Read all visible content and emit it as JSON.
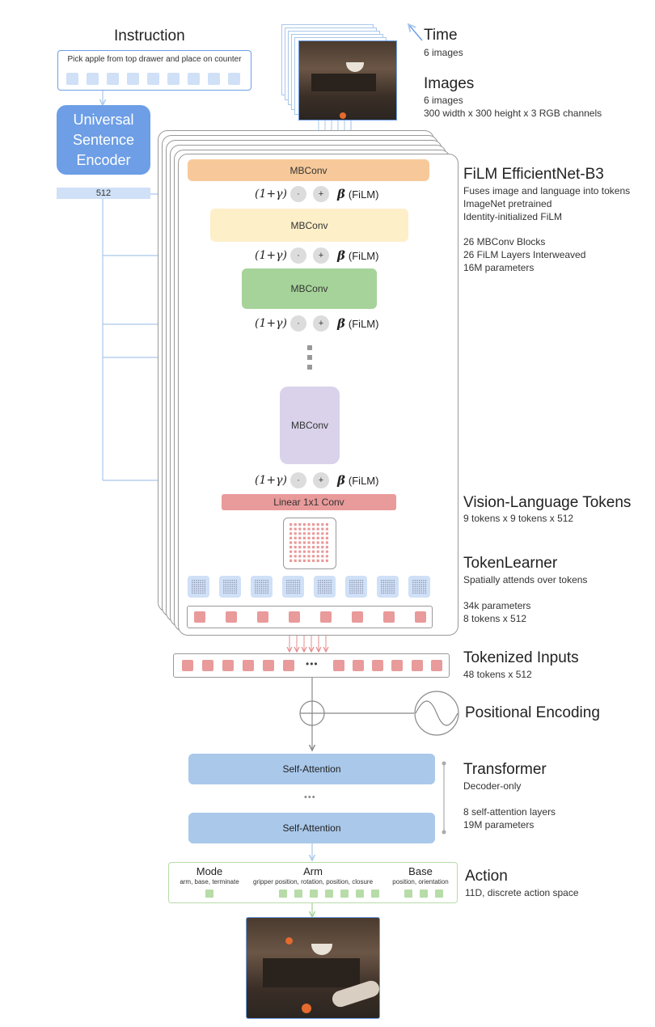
{
  "instruction": {
    "title": "Instruction",
    "text": "Pick apple from top drawer and place on counter"
  },
  "encoder": {
    "label_line1": "Universal",
    "label_line2": "Sentence",
    "label_line3": "Encoder",
    "dim": "512"
  },
  "time": {
    "title": "Time",
    "sub": "6 images"
  },
  "images": {
    "title": "Images",
    "sub1": "6 images",
    "sub2": "300 width x 300 height x 3 RGB channels"
  },
  "film_efficientnet": {
    "title": "FiLM EfficientNet-B3",
    "desc1": "Fuses image and language into tokens",
    "desc2": "ImageNet pretrained",
    "desc3": "Identity-initialized FiLM",
    "desc4": "26 MBConv Blocks",
    "desc5": "26 FiLM Layers Interweaved",
    "desc6": "16M parameters"
  },
  "mbconv_label": "MBConv",
  "film": {
    "gamma_term": "(1+γ)",
    "dot": "·",
    "plus": "+",
    "beta": "β",
    "suffix": "(FiLM)"
  },
  "linear_conv": "Linear 1x1 Conv",
  "vl_tokens": {
    "title": "Vision-Language Tokens",
    "sub": "9 tokens x 9 tokens x 512"
  },
  "token_learner": {
    "title": "TokenLearner",
    "sub1": "Spatially attends over tokens",
    "sub2": "34k parameters",
    "sub3": "8 tokens x 512"
  },
  "tokenized_inputs": {
    "title": "Tokenized Inputs",
    "sub": "48 tokens x 512",
    "ellipsis": "•••"
  },
  "positional_encoding": {
    "title": "Positional Encoding"
  },
  "transformer": {
    "title": "Transformer",
    "sub1": "Decoder-only",
    "sub2": "8 self-attention layers",
    "sub3": "19M parameters",
    "layer_label": "Self-Attention",
    "ellipsis": "•••"
  },
  "action": {
    "title": "Action",
    "sub": "11D, discrete action space",
    "mode_title": "Mode",
    "mode_sub": "arm, base, terminate",
    "arm_title": "Arm",
    "arm_sub": "gripper position, rotation, position, closure",
    "base_title": "Base",
    "base_sub": "position, orientation"
  },
  "colors": {
    "orange": "#f7c99a",
    "yellow": "#fdefc8",
    "green": "#a6d39a",
    "purple": "#d9d2ea",
    "red": "#e99a9a",
    "blue": "#a9c8ea",
    "encoder_blue": "#6d9ee6",
    "light_blue": "#cfe0f7",
    "action_green": "#b7dca8"
  }
}
